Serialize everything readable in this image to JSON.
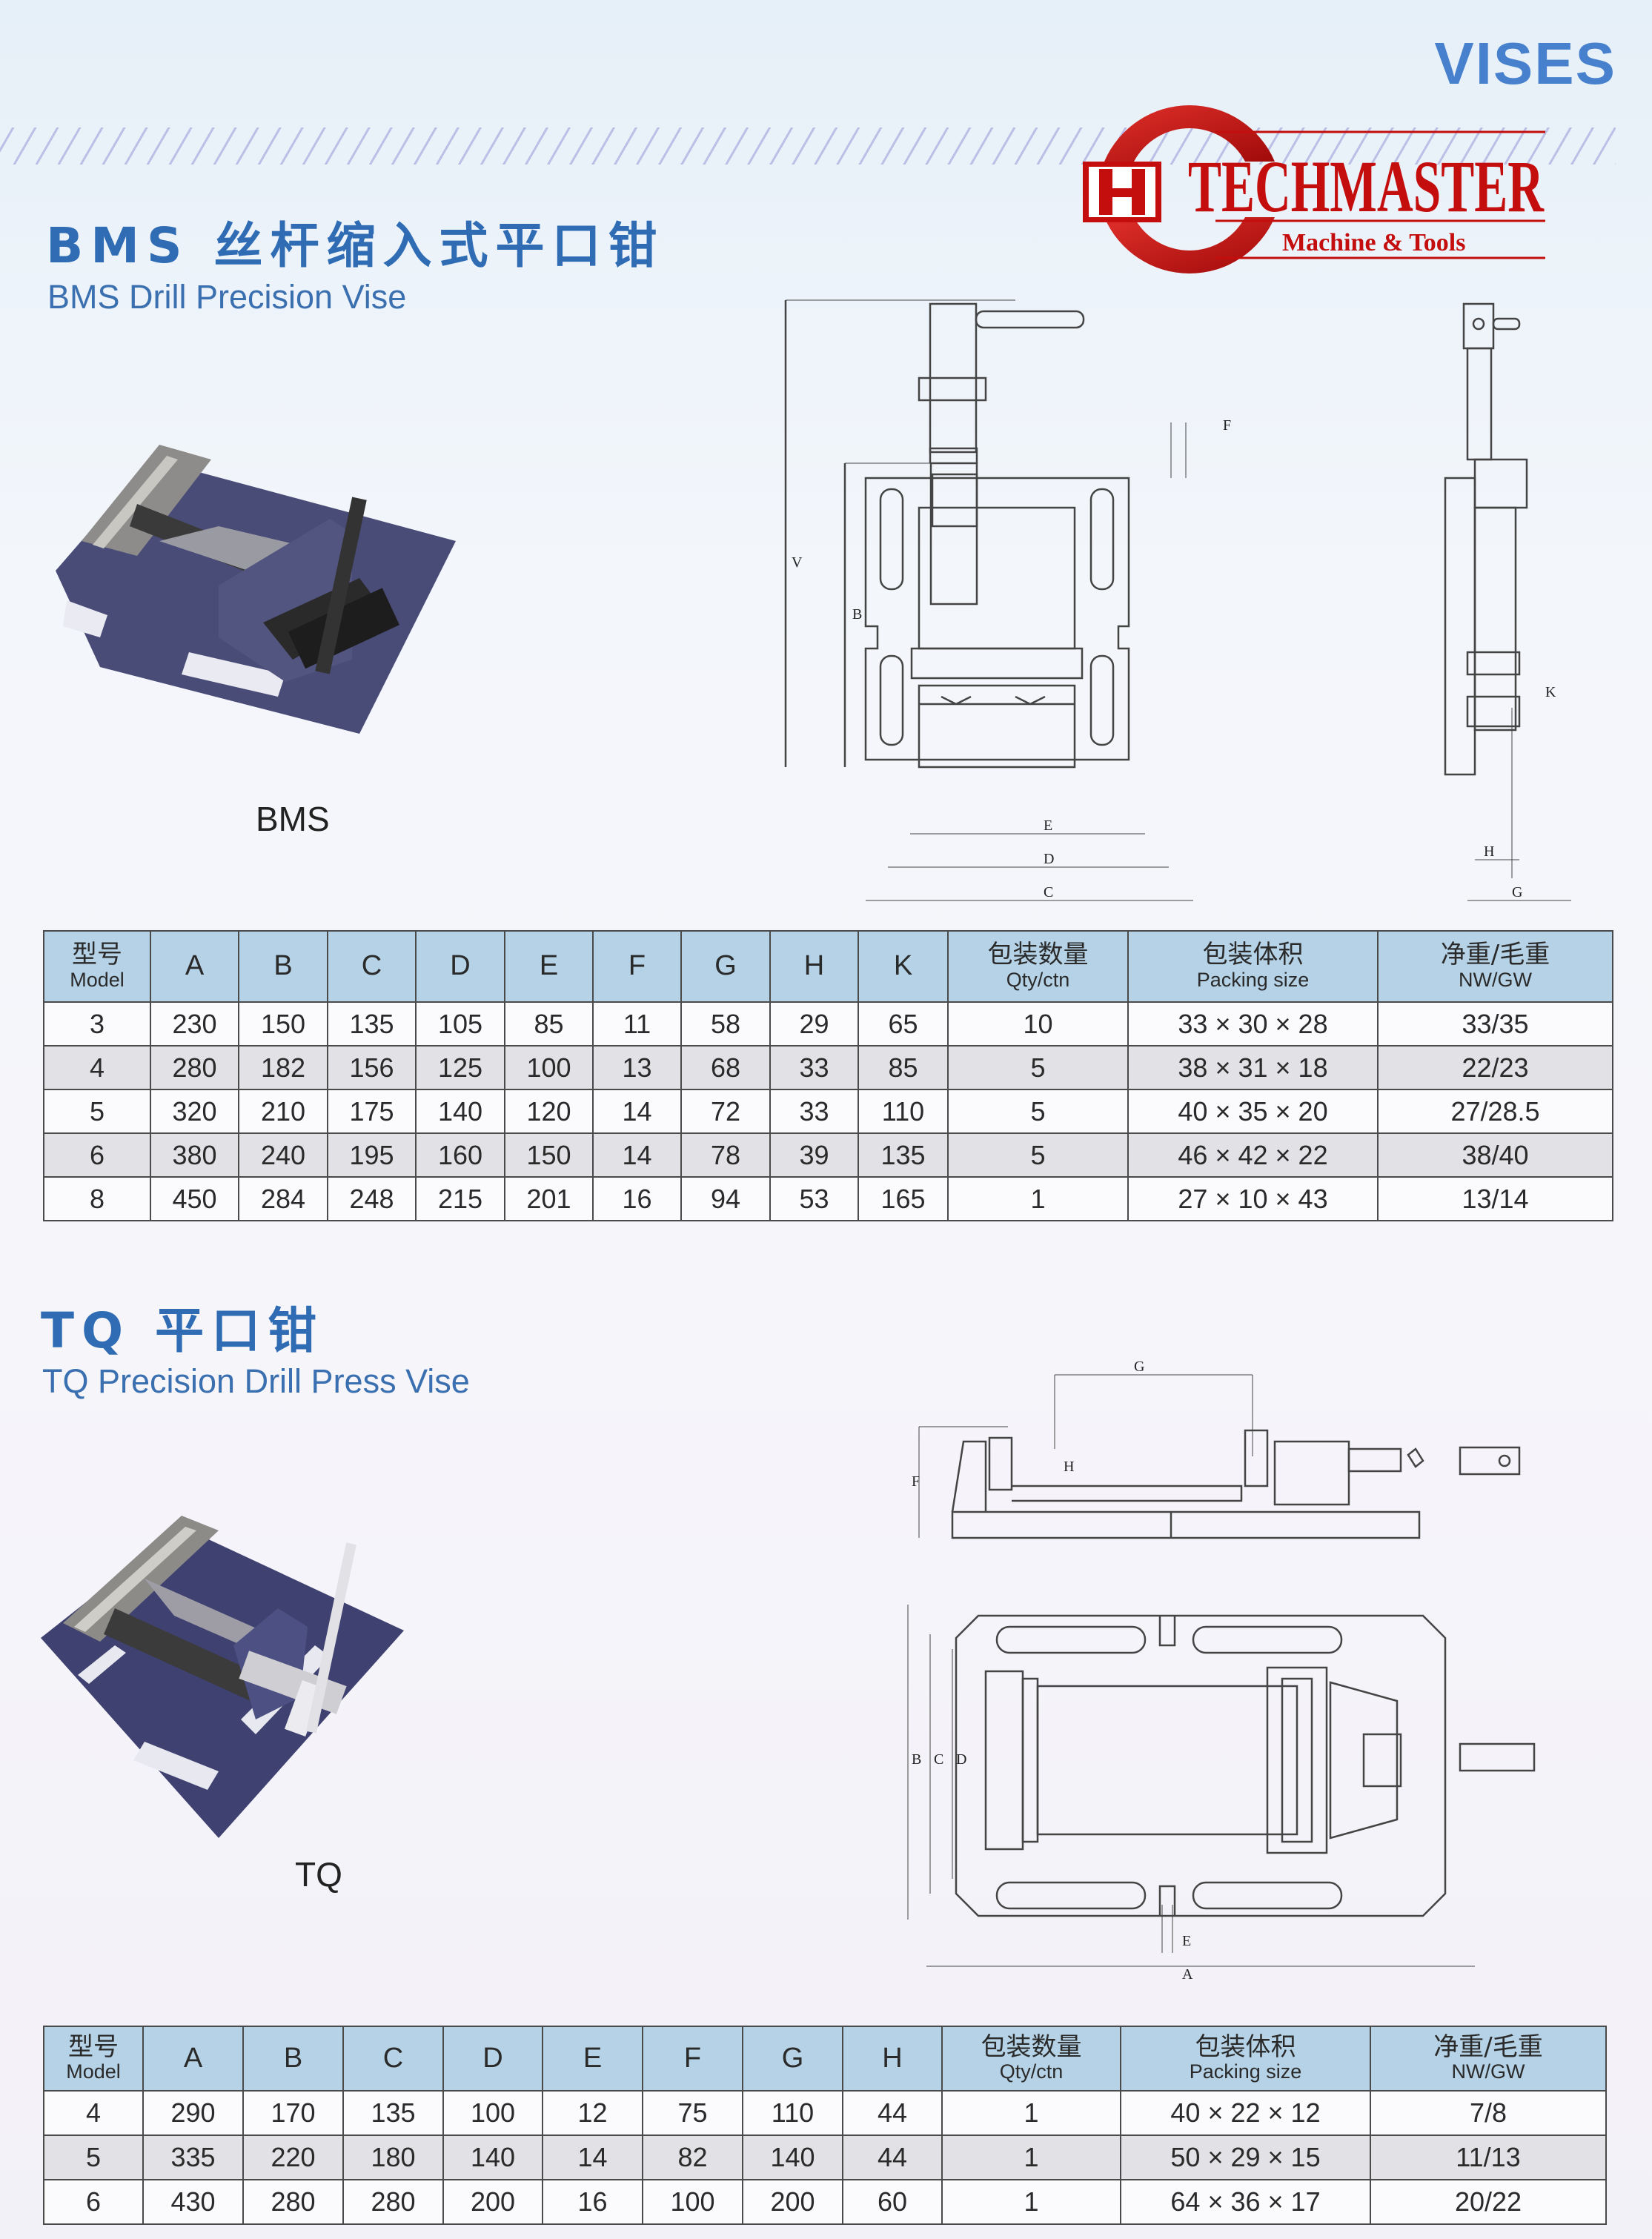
{
  "page_title": "VISES",
  "logo": {
    "letter": "H",
    "name": "TECHMASTER",
    "tagline": "Machine & Tools",
    "color": "#c40d0d"
  },
  "colors": {
    "accent": "#2f6cb3",
    "header_bg": "#b5d2e6",
    "alt_row": "#e2e2e6"
  },
  "bms": {
    "title_cn": "BMS 丝杆缩入式平口钳",
    "title_en": "BMS Drill Precision Vise",
    "caption": "BMS",
    "drawing_labels": {
      "V": "V",
      "B": "B",
      "F": "F",
      "K": "K",
      "E": "E",
      "D": "D",
      "C": "C",
      "H": "H",
      "G": "G"
    },
    "table": {
      "headers": [
        {
          "cn": "型号",
          "en": "Model"
        },
        {
          "en": "A"
        },
        {
          "en": "B"
        },
        {
          "en": "C"
        },
        {
          "en": "D"
        },
        {
          "en": "E"
        },
        {
          "en": "F"
        },
        {
          "en": "G"
        },
        {
          "en": "H"
        },
        {
          "en": "K"
        },
        {
          "cn": "包装数量",
          "en": "Qty/ctn"
        },
        {
          "cn": "包装体积",
          "en": "Packing size"
        },
        {
          "cn": "净重/毛重",
          "en": "NW/GW"
        }
      ],
      "rows": [
        [
          "3",
          "230",
          "150",
          "135",
          "105",
          "85",
          "11",
          "58",
          "29",
          "65",
          "10",
          "33 × 30 × 28",
          "33/35"
        ],
        [
          "4",
          "280",
          "182",
          "156",
          "125",
          "100",
          "13",
          "68",
          "33",
          "85",
          "5",
          "38 × 31 × 18",
          "22/23"
        ],
        [
          "5",
          "320",
          "210",
          "175",
          "140",
          "120",
          "14",
          "72",
          "33",
          "110",
          "5",
          "40 × 35 × 20",
          "27/28.5"
        ],
        [
          "6",
          "380",
          "240",
          "195",
          "160",
          "150",
          "14",
          "78",
          "39",
          "135",
          "5",
          "46 × 42 × 22",
          "38/40"
        ],
        [
          "8",
          "450",
          "284",
          "248",
          "215",
          "201",
          "16",
          "94",
          "53",
          "165",
          "1",
          "27 × 10 × 43",
          "13/14"
        ]
      ]
    }
  },
  "tq": {
    "title_cn": "TQ 平口钳",
    "title_en": "TQ Precision Drill Press Vise",
    "caption": "TQ",
    "drawing_labels": {
      "G": "G",
      "F": "F",
      "H": "H",
      "B": "B",
      "C": "C",
      "D": "D",
      "E": "E",
      "A": "A"
    },
    "table": {
      "headers": [
        {
          "cn": "型号",
          "en": "Model"
        },
        {
          "en": "A"
        },
        {
          "en": "B"
        },
        {
          "en": "C"
        },
        {
          "en": "D"
        },
        {
          "en": "E"
        },
        {
          "en": "F"
        },
        {
          "en": "G"
        },
        {
          "en": "H"
        },
        {
          "cn": "包装数量",
          "en": "Qty/ctn"
        },
        {
          "cn": "包装体积",
          "en": "Packing size"
        },
        {
          "cn": "净重/毛重",
          "en": "NW/GW"
        }
      ],
      "rows": [
        [
          "4",
          "290",
          "170",
          "135",
          "100",
          "12",
          "75",
          "110",
          "44",
          "1",
          "40 × 22 × 12",
          "7/8"
        ],
        [
          "5",
          "335",
          "220",
          "180",
          "140",
          "14",
          "82",
          "140",
          "44",
          "1",
          "50 × 29 × 15",
          "11/13"
        ],
        [
          "6",
          "430",
          "280",
          "280",
          "200",
          "16",
          "100",
          "200",
          "60",
          "1",
          "64 × 36 × 17",
          "20/22"
        ]
      ]
    }
  }
}
